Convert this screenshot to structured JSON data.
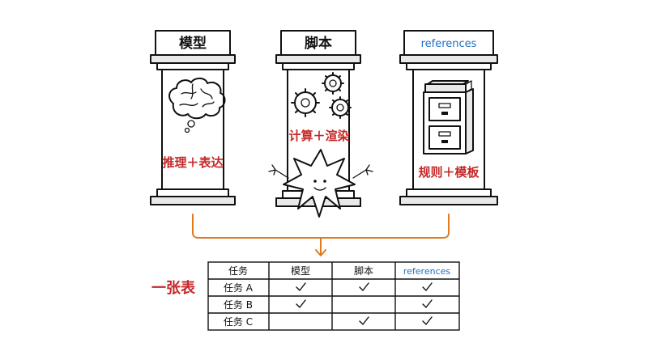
{
  "pillars": [
    {
      "title": "模型",
      "caption": "推理＋表达",
      "icon": "brain-icon"
    },
    {
      "title": "脚本",
      "caption": "计算＋渲染",
      "icon": "gears-icon"
    },
    {
      "title": "references",
      "caption": "规则＋模板",
      "icon": "file-cabinet-icon"
    }
  ],
  "table": {
    "side_label": "一张表",
    "headers": [
      "任务",
      "模型",
      "脚本",
      "references"
    ],
    "rows": [
      {
        "label": "任务 A",
        "checks": [
          true,
          true,
          true
        ]
      },
      {
        "label": "任务 B",
        "checks": [
          true,
          false,
          true
        ]
      },
      {
        "label": "任务 C",
        "checks": [
          false,
          true,
          true
        ]
      }
    ]
  },
  "colors": {
    "caption_red": "#c62828",
    "references_blue": "#1e6fc4",
    "connector_orange": "#e07a1f"
  }
}
